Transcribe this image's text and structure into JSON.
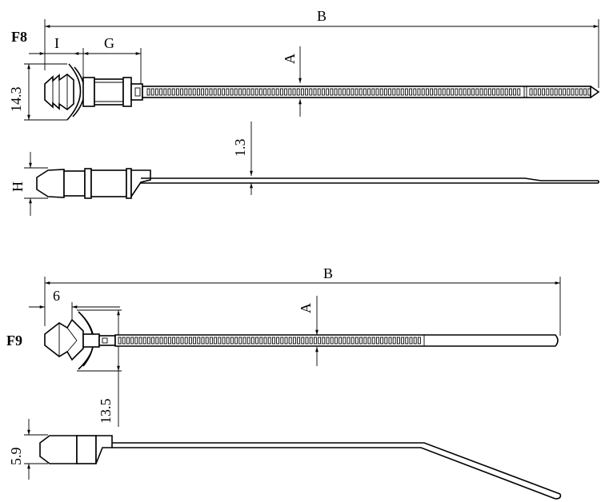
{
  "figures": [
    {
      "id": "F8",
      "label": "F8",
      "dims": {
        "length": "B",
        "tip_width": "I",
        "block_length": "G",
        "strap_width": "A",
        "head_height": "14.3",
        "strap_thickness": "1.3",
        "side_height": "H"
      }
    },
    {
      "id": "F9",
      "label": "F9",
      "dims": {
        "length": "B",
        "tip_width": "6",
        "strap_width": "A",
        "head_height": "13.5",
        "side_height": "5.9"
      }
    }
  ]
}
